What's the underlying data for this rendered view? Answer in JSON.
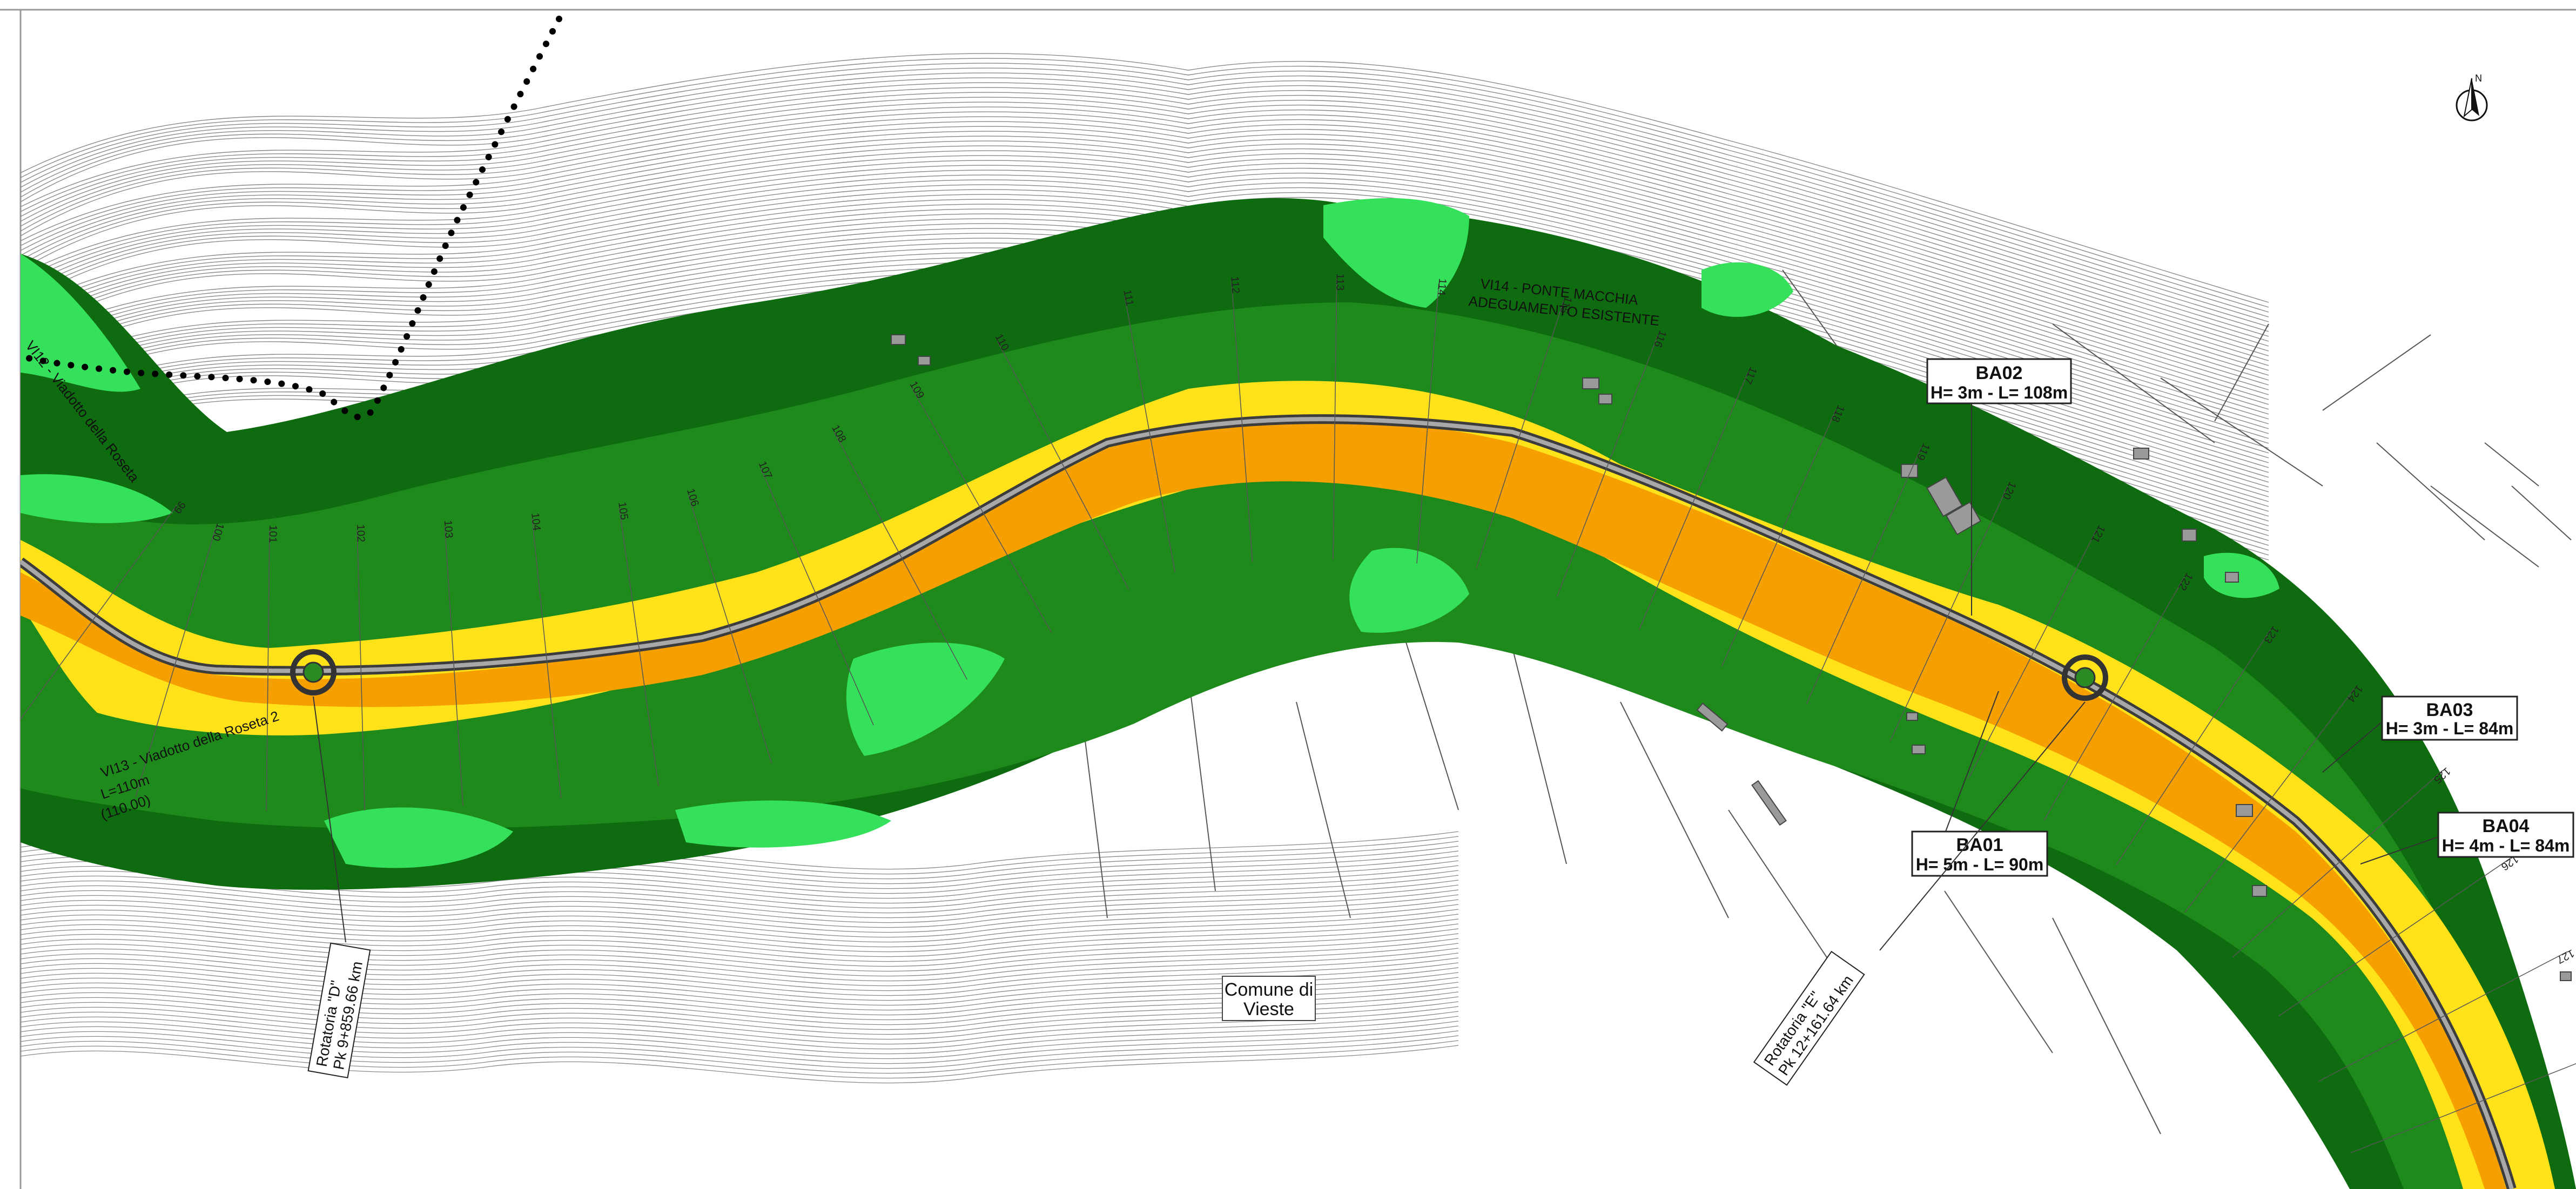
{
  "map": {
    "colors": {
      "band_outer": "#0f6b10",
      "band_mid": "#1f8a1c",
      "band_light": "#35e05a",
      "band_yellow": "#ffe21a",
      "band_orange": "#f5a000",
      "road": "#5a5a5a",
      "contour": "#8a8a8a",
      "cadastral": "#555555"
    },
    "barriers": [
      {
        "code": "BA02",
        "dims": "H= 3m - L= 108m"
      },
      {
        "code": "BA03",
        "dims": "H= 3m - L= 84m"
      },
      {
        "code": "BA04",
        "dims": "H= 4m - L= 84m"
      },
      {
        "code": "BA01",
        "dims": "H= 5m - L= 90m"
      }
    ],
    "comune": {
      "line1": "Comune di",
      "line2": "Vieste"
    },
    "roundabouts": [
      {
        "line1": "Rotatoria \"D\"",
        "line2": "Pk 9+859.66 km"
      },
      {
        "line1": "Rotatoria \"E\"",
        "line2": "Pk 12+161.64 km"
      }
    ],
    "viaducts": [
      {
        "line1": "VI14 - PONTE MACCHIA",
        "line2": "ADEGUAMENTO ESISTENTE"
      },
      {
        "line1": "VI13 - Viadotto della Roseta 2",
        "line2": "L=110m",
        "line3": "(110.00)"
      },
      {
        "line1": "VI12 - Viadotto della Roseta"
      }
    ],
    "chainage_numbers": [
      "99",
      "100",
      "101",
      "102",
      "103",
      "104",
      "105",
      "106",
      "107",
      "108",
      "109",
      "110",
      "111",
      "112",
      "113",
      "114",
      "115",
      "116",
      "117",
      "118",
      "119",
      "120",
      "121",
      "122",
      "123",
      "124",
      "125",
      "126",
      "127",
      "128"
    ],
    "compass_icon": "north-arrow-icon"
  }
}
